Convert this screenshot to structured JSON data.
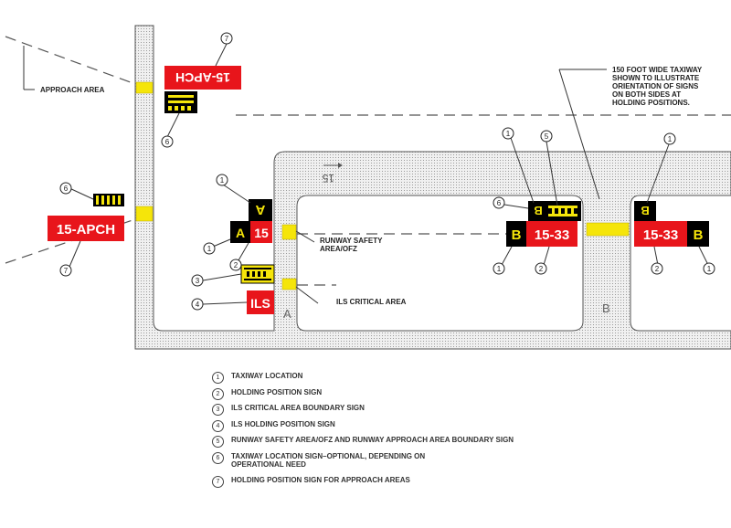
{
  "annotations": {
    "approach_area": "APPROACH AREA",
    "taxiway_note": "150 FOOT WIDE TAXIWAY\nSHOWN TO ILLUSTRATE\nORIENTATION OF SIGNS\nON BOTH SIDES AT\nHOLDING POSITIONS.",
    "runway_safety": "RUNWAY SAFETY\nAREA/OFZ",
    "ils_critical": "ILS CRITICAL AREA"
  },
  "taxiway_labels": {
    "a": "A",
    "b": "B"
  },
  "runway_arrow": "15",
  "signs": {
    "apch_top": "15-APCH",
    "apch_left": "15-APCH",
    "a_location": "A",
    "a_holding_letter": "A",
    "a_holding_runway": "15",
    "ils": "ILS",
    "b_left_location": "B",
    "b_left_letter": "B",
    "b_left_runway": "15-33",
    "b_right_location": "B",
    "b_right_runway": "15-33",
    "b_right_letter": "B"
  },
  "legend": [
    {
      "num": "1",
      "text": "TAXIWAY LOCATION"
    },
    {
      "num": "2",
      "text": "HOLDING POSITION SIGN"
    },
    {
      "num": "3",
      "text": "ILS CRITICAL AREA BOUNDARY SIGN"
    },
    {
      "num": "4",
      "text": "ILS HOLDING POSITION SIGN"
    },
    {
      "num": "5",
      "text": "RUNWAY SAFETY AREA/OFZ AND RUNWAY APPROACH AREA BOUNDARY SIGN"
    },
    {
      "num": "6",
      "text": "TAXIWAY LOCATION SIGN–OPTIONAL, DEPENDING ON\nOPERATIONAL NEED"
    },
    {
      "num": "7",
      "text": "HOLDING POSITION SIGN FOR APPROACH AREAS"
    }
  ],
  "colors": {
    "red": "#e8151b",
    "black": "#000000",
    "yellow": "#f5e50a",
    "pavement": "#e8e8e8"
  }
}
